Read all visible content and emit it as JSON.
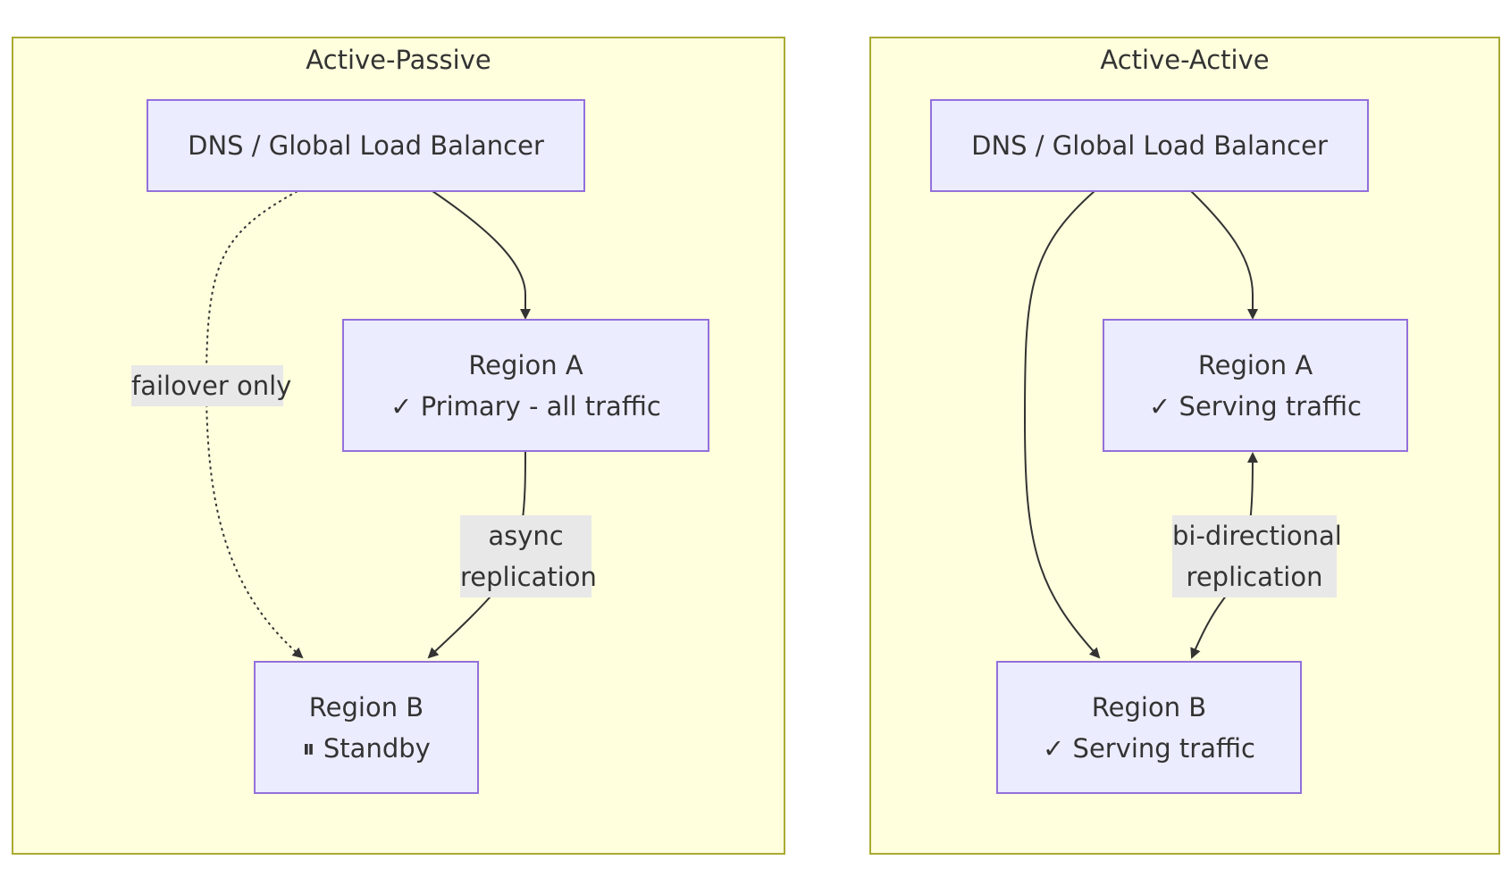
{
  "clusters": {
    "active_passive": {
      "title": "Active-Passive",
      "dns_node": "DNS / Global Load Balancer",
      "region_a": {
        "name": "Region A",
        "status": "✓ Primary - all traffic"
      },
      "region_b": {
        "name": "Region B",
        "status": "⏸ Standby"
      },
      "edge_labels": {
        "failover": "failover only",
        "replication_line1": "async",
        "replication_line2": "replication"
      }
    },
    "active_active": {
      "title": "Active-Active",
      "dns_node": "DNS / Global Load Balancer",
      "region_a": {
        "name": "Region A",
        "status": "✓ Serving traffic"
      },
      "region_b": {
        "name": "Region B",
        "status": "✓ Serving traffic"
      },
      "edge_labels": {
        "replication_line1": "bi-directional",
        "replication_line2": "replication"
      }
    }
  },
  "colors": {
    "cluster_fill": "#ffffde",
    "cluster_border": "#aaaa33",
    "node_fill": "#ececff",
    "node_border": "#9370db",
    "edge": "#333333",
    "edge_label_bg": "#e8e8e8"
  }
}
